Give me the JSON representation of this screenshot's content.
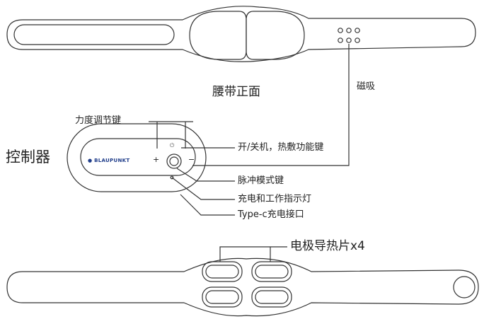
{
  "labels": {
    "belt_front": "腰带正面",
    "magnet": "磁吸",
    "controller": "控制器",
    "intensity_key": "力度调节键",
    "power_key": "开/关机，热敷功能键",
    "pulse_key": "脉冲模式键",
    "indicator": "充电和工作指示灯",
    "typec": "Type-c充电接口",
    "electrode": "电极导热片x4"
  },
  "device": {
    "brand": "BLAUPUNKT",
    "plus_symbol": "+",
    "minus_symbol": "−",
    "power_symbol": "⏻"
  },
  "colors": {
    "line": "#333333",
    "brand": "#1f3d8a"
  },
  "icons": {
    "power": "power-icon",
    "magnet_dots": "magnet-dots-icon"
  }
}
